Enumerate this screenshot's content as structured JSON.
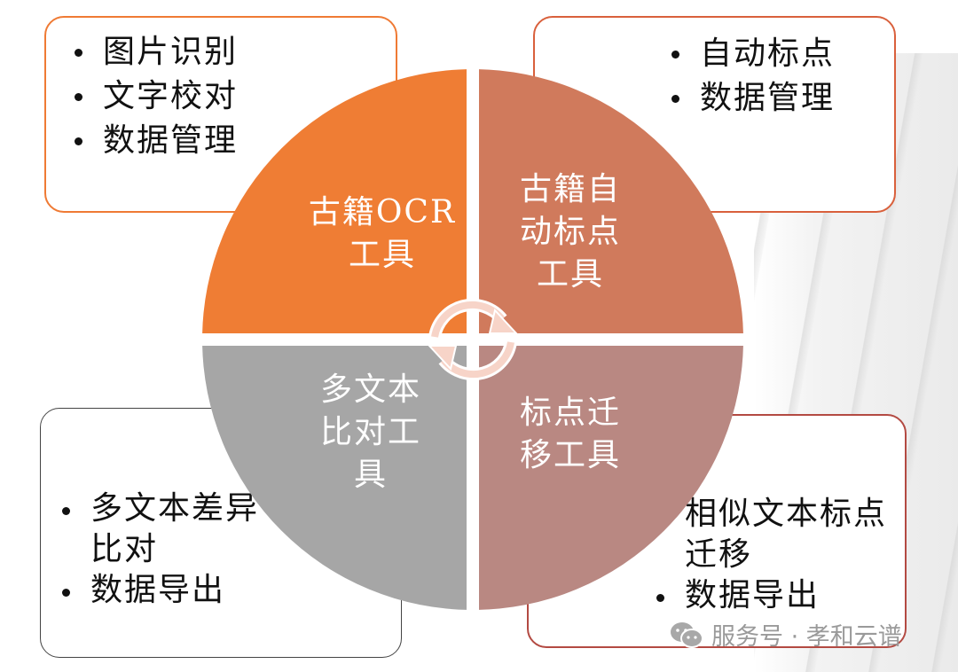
{
  "diagram": {
    "center_quadrants": [
      {
        "id": "top-left",
        "label_lines": [
          "古籍OCR",
          "工具"
        ],
        "color": "#ef7d34"
      },
      {
        "id": "top-right",
        "label_lines": [
          "古籍自",
          "动标点",
          "工具"
        ],
        "color": "#d07a5c"
      },
      {
        "id": "bottom-left",
        "label_lines": [
          "多文本",
          "比对工",
          "具"
        ],
        "color": "#a6a6a6"
      },
      {
        "id": "bottom-right",
        "label_lines": [
          "标点迁",
          "移工具"
        ],
        "color": "#b98882"
      }
    ],
    "feature_boxes": {
      "top_left": {
        "border_color": "#ef7a34",
        "items": [
          "图片识别",
          "文字校对",
          "数据管理"
        ]
      },
      "top_right": {
        "border_color": "#d9603c",
        "items": [
          "自动标点",
          "数据管理"
        ]
      },
      "bottom_left": {
        "border_color": "#444444",
        "items": [
          [
            "多文本差异",
            "比对"
          ],
          [
            "数据导出"
          ]
        ]
      },
      "bottom_right": {
        "border_color": "#b34a42",
        "items": [
          [
            "相似文本标点",
            "迁移"
          ],
          [
            "数据导出"
          ]
        ]
      }
    },
    "center_icon": "cycle-arrows-icon"
  },
  "watermark": {
    "icon": "wechat-icon",
    "text": "服务号 · 孝和云谱"
  }
}
